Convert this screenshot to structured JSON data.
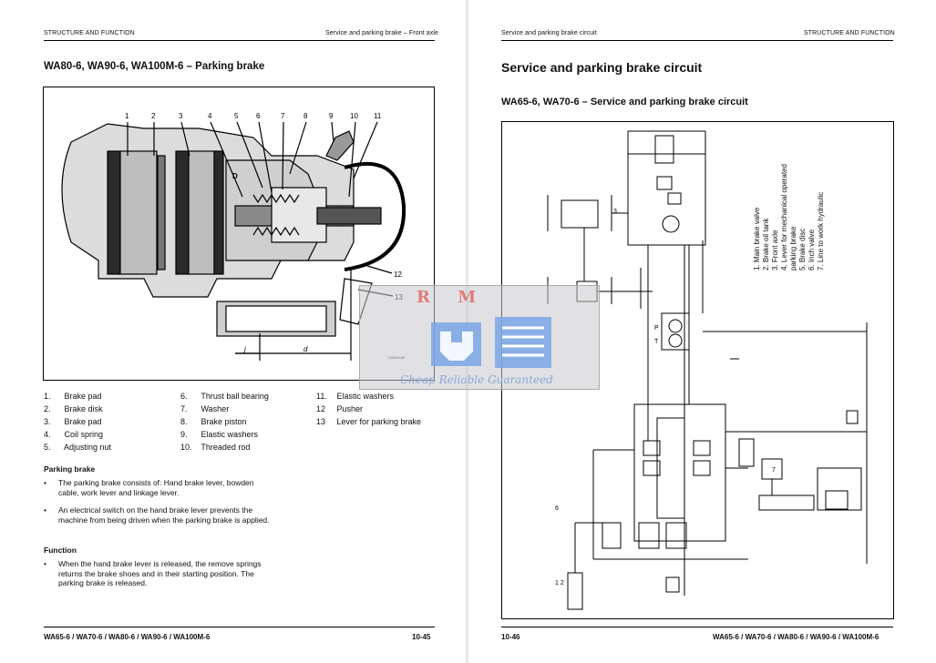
{
  "left_page": {
    "header_left": "STRUCTURE AND FUNCTION",
    "header_right": "Service and parking brake – Front axle",
    "title": "WA80-6, WA90-6, WA100M-6 – Parking brake",
    "figure": {
      "callouts": [
        "1",
        "2",
        "3",
        "4",
        "5",
        "6",
        "7",
        "8",
        "9",
        "10",
        "11",
        "12",
        "13"
      ],
      "dim_j": "j",
      "dim_d": "d",
      "part_mark_d": "D",
      "code": "CAW0180"
    },
    "legend": [
      {
        "num": "1.",
        "label": "Brake pad"
      },
      {
        "num": "2.",
        "label": "Brake disk"
      },
      {
        "num": "3.",
        "label": "Brake pad"
      },
      {
        "num": "4.",
        "label": "Coil spring"
      },
      {
        "num": "5.",
        "label": "Adjusting nut"
      },
      {
        "num": "6.",
        "label": "Thrust ball bearing"
      },
      {
        "num": "7.",
        "label": "Washer"
      },
      {
        "num": "8.",
        "label": "Brake piston"
      },
      {
        "num": "9.",
        "label": "Elastic washers"
      },
      {
        "num": "10.",
        "label": "Threaded rod"
      },
      {
        "num": "11.",
        "label": "Elastic washers"
      },
      {
        "num": "12",
        "label": "Pusher"
      },
      {
        "num": "13",
        "label": "Lever for parking brake"
      }
    ],
    "parking_brake_heading": "Parking brake",
    "parking_brake_bullets": [
      "The parking brake consists of: Hand brake lever, bowden cable, work lever and linkage lever.",
      "An electrical switch on the hand brake lever prevents the machine from being driven when the parking brake is applied."
    ],
    "function_heading": "Function",
    "function_bullets": [
      "When the hand brake lever is released, the remove springs returns the brake shoes and in their starting position. The parking brake is released."
    ],
    "footer_left": "WA65-6 / WA70-6 / WA80-6 / WA90-6 / WA100M-6",
    "footer_right": "10-45"
  },
  "right_page": {
    "header_left": "Service and parking brake circuit",
    "header_right": "STRUCTURE AND FUNCTION",
    "title": "Service and parking brake circuit",
    "subtitle": "WA65-6, WA70-6 – Service and parking brake circuit",
    "circuit_legend": [
      "1.  Main brake valve",
      "2.  Brake oil tank",
      "3.  Front axle",
      "4.  Lever for mechanical operated",
      "     parking brake",
      "5.  Brake disc",
      "6.  Inch valve",
      "7.  Line to work hydraulic"
    ],
    "circuit_marks": {
      "m3": "3",
      "m6": "6",
      "m7": "7",
      "m12": "1 2",
      "mp": "P",
      "mt": "T"
    },
    "footer_left": "10-46",
    "footer_right": "WA65-6 / WA70-6 / WA80-6 / WA90-6 / WA100M-6"
  },
  "watermark": {
    "letters": "R M",
    "text": "Cheap Reliable Guaranteed",
    "colors": {
      "letters": "#e07a7a",
      "logo": "#7aa6e6",
      "text": "#88a8d8"
    }
  }
}
